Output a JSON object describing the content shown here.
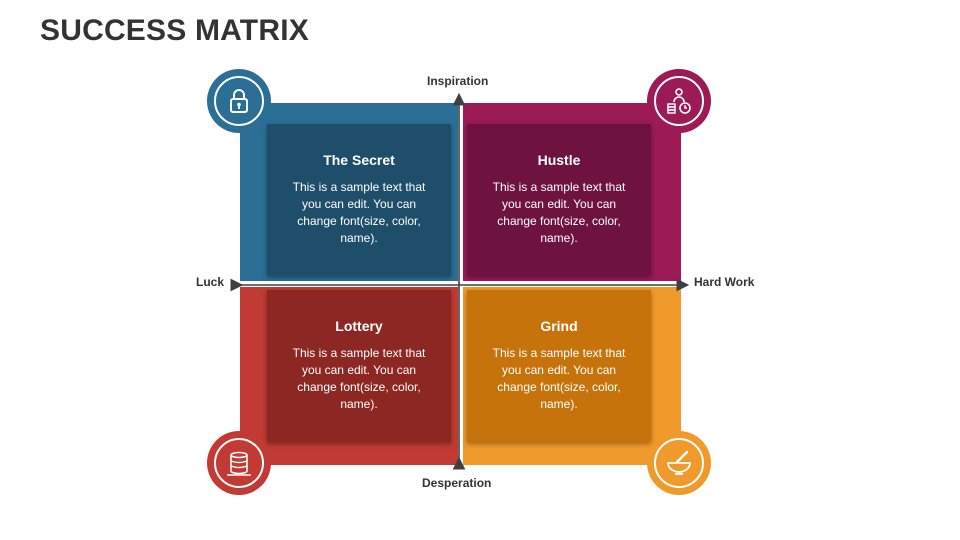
{
  "title": "SUCCESS MATRIX",
  "axes": {
    "top": "Inspiration",
    "bottom": "Desperation",
    "left": "Luck",
    "right": "Hard Work"
  },
  "quadrants": [
    {
      "title": "The Secret",
      "text": "This is a sample text that you can edit. You can change font(size, color, name).",
      "color": "#2b6f97",
      "card_color": "#1f4e6b",
      "icon": "padlock-icon"
    },
    {
      "title": "Hustle",
      "text": "This is a sample text that you can edit. You can change font(size, color, name).",
      "color": "#9c1a55",
      "card_color": "#6e1340",
      "icon": "worker-with-coins-icon"
    },
    {
      "title": "Lottery",
      "text": "This is a sample text that you can edit. You can change font(size, color, name).",
      "color": "#c13a33",
      "card_color": "#8d2723",
      "icon": "coin-stack-icon"
    },
    {
      "title": "Grind",
      "text": "This is a sample text that you can edit. You can change font(size, color, name).",
      "color": "#f09a2c",
      "card_color": "#c6730b",
      "icon": "mortar-pestle-icon"
    }
  ]
}
